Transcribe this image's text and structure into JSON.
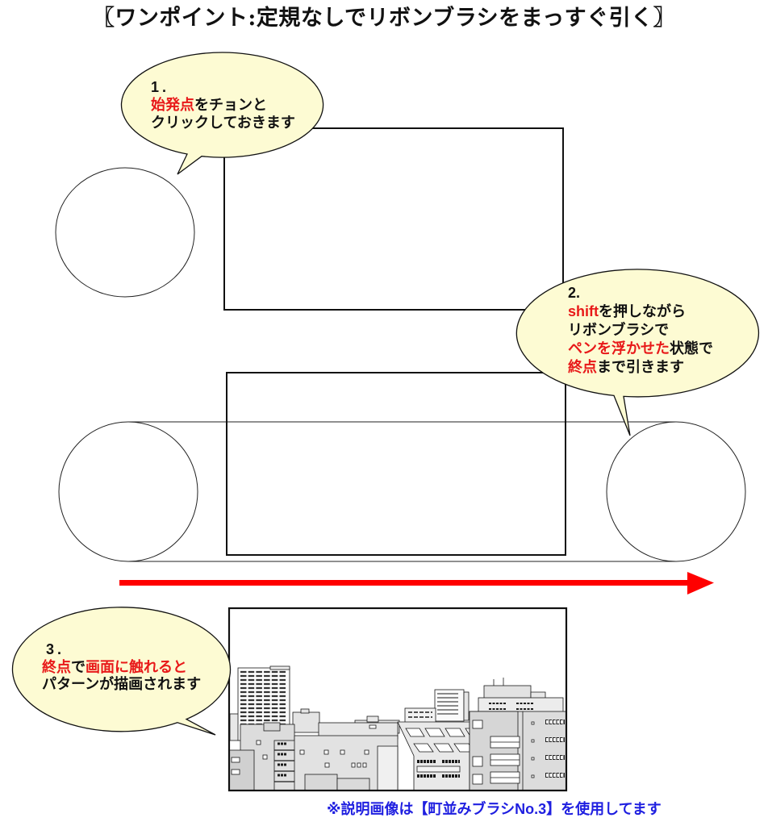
{
  "title": "〖ワンポイント:定規なしでリボンブラシをまっすぐ引く〗",
  "colors": {
    "highlight_red": "#e81919",
    "arrow_red": "#ff0000",
    "note_blue": "#1f1fe0",
    "bubble_fill": "#fdfbd3",
    "outline": "#111111"
  },
  "steps": [
    {
      "number": "1.",
      "lines": [
        [
          {
            "text": "始発点",
            "emphasis": true
          },
          {
            "text": "をチョンと",
            "emphasis": false
          }
        ],
        [
          {
            "text": "クリックしておきます",
            "emphasis": false
          }
        ]
      ]
    },
    {
      "number": "2.",
      "lines": [
        [
          {
            "text": "shift",
            "emphasis": true
          },
          {
            "text": "を押しながら",
            "emphasis": false
          }
        ],
        [
          {
            "text": "リボンブラシで",
            "emphasis": false
          }
        ],
        [
          {
            "text": "ペンを浮かせた",
            "emphasis": true
          },
          {
            "text": "状態で",
            "emphasis": false
          }
        ],
        [
          {
            "text": "終点",
            "emphasis": true
          },
          {
            "text": "まで引きます",
            "emphasis": false
          }
        ]
      ]
    },
    {
      "number": "3.",
      "lines": [
        [
          {
            "text": "終点",
            "emphasis": true
          },
          {
            "text": "で",
            "emphasis": false
          },
          {
            "text": "画面に触れると",
            "emphasis": true
          }
        ],
        [
          {
            "text": "パターンが描画されます",
            "emphasis": false
          }
        ]
      ]
    }
  ],
  "footnote": "※説明画像は【町並みブラシNo.3】を使用してます"
}
